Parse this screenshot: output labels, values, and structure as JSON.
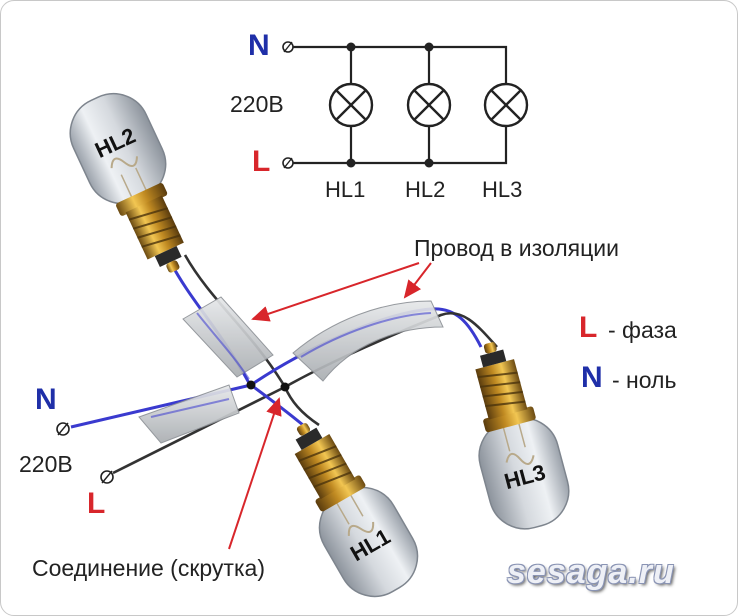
{
  "schematic": {
    "neutral_letter": "N",
    "phase_letter": "L",
    "voltage": "220В",
    "lamps": [
      "HL1",
      "HL2",
      "HL3"
    ]
  },
  "legend": {
    "phase_letter": "L",
    "phase_text": "- фаза",
    "neutral_letter": "N",
    "neutral_text": "- ноль"
  },
  "annotations": {
    "insulated_wire": "Провод в изоляции",
    "twist_connection": "Соединение (скрутка)"
  },
  "supply": {
    "neutral_letter": "N",
    "phase_letter": "L",
    "voltage": "220В"
  },
  "bulbs": {
    "left": "HL2",
    "bottom": "HL1",
    "right": "HL3"
  },
  "watermark": "sesaga.ru",
  "colors": {
    "phase_red": "#d8262b",
    "neutral_blue": "#1f2fa8",
    "neutral_wire": "#3a3acf",
    "phase_wire": "#333333",
    "arrow_red": "#d8262b"
  }
}
